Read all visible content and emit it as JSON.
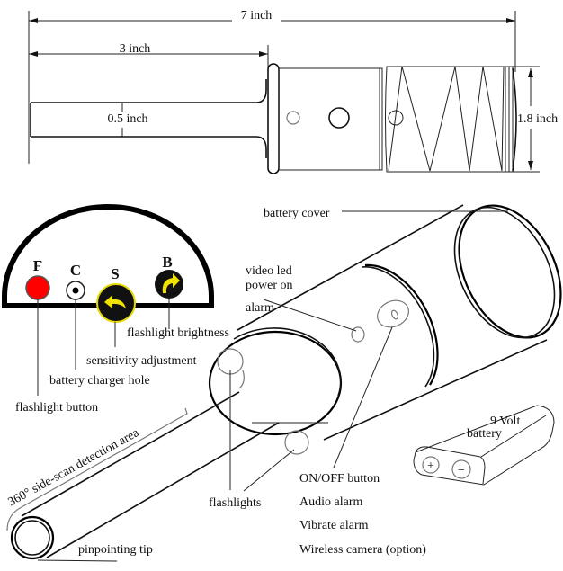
{
  "diagram": {
    "title": "Pinpointer metal detector dimensions and features",
    "dimensions": {
      "total_length": "7 inch",
      "probe_length": "3 inch",
      "probe_diameter": "0.5 inch",
      "body_diameter": "1.8 inch"
    },
    "control_panel": {
      "buttons": [
        {
          "letter": "F",
          "label": "flashlight button",
          "color": "#ff0000"
        },
        {
          "letter": "C",
          "label": "battery charger hole",
          "color": "#ffffff"
        },
        {
          "letter": "S",
          "label": "sensitivity adjustment",
          "color": "#111111",
          "arrow_color": "#f2e200"
        },
        {
          "letter": "B",
          "label": "flashlight brightness",
          "color": "#111111",
          "arrow_color": "#f2e200"
        }
      ]
    },
    "callouts": {
      "battery_cover": "battery cover",
      "video_led_line1": "video led",
      "video_led_line2": "power on",
      "alarm": "alarm",
      "flashlights": "flashlights",
      "detection_area": "360°  side-scan detection area",
      "pinpointing_tip": "pinpointing tip",
      "features": [
        "ON/OFF button",
        "Audio alarm",
        "Vibrate alarm",
        "Wireless camera (option)"
      ]
    },
    "battery": {
      "line1": "9 Volt",
      "line2": "battery",
      "plus": "+",
      "minus": "−"
    }
  }
}
